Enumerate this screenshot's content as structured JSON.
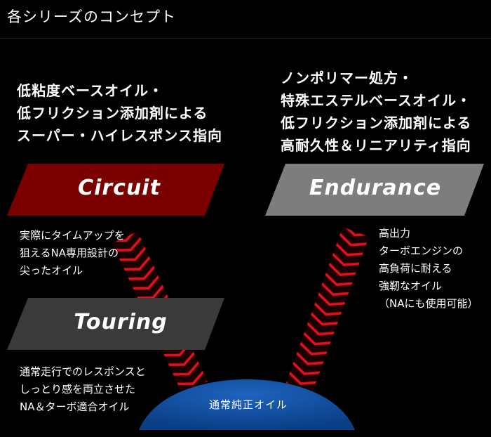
{
  "page": {
    "title": "各シリーズのコンセプト"
  },
  "headlines": {
    "left": [
      "低粘度ベースオイル・",
      "低フリクション添加剤による",
      "スーパー・ハイレスポンス指向"
    ],
    "right": [
      "ノンポリマー処方・",
      "特殊エステルベースオイル・",
      "低フリクション添加剤による",
      "高耐久性＆リニアリティ指向"
    ]
  },
  "series": {
    "circuit": {
      "name": "Circuit",
      "color": "#7a0000",
      "description": [
        "実際にタイムアップを",
        "狙えるNA専用設計の",
        "尖ったオイル"
      ]
    },
    "endurance": {
      "name": "Endurance",
      "color": "#7d7d7d",
      "description": [
        "高出力",
        "ターボエンジンの",
        "高負荷に耐える",
        "強靭なオイル",
        "（NAにも使用可能）"
      ]
    },
    "touring": {
      "name": "Touring",
      "color": "#3a3a3a",
      "description": [
        "通常走行でのレスポンスと",
        "しっとり感を両立させた",
        "NA＆ターボ適合オイル"
      ]
    }
  },
  "base": {
    "label": "通常純正オイル",
    "color": "#0d4c9a"
  },
  "icons": {
    "arrow_left": "red-chevron-arrow-icon",
    "arrow_right": "red-chevron-arrow-icon"
  },
  "colors": {
    "arrow_red": "#e0101c",
    "arrow_dark": "#1a0000"
  }
}
